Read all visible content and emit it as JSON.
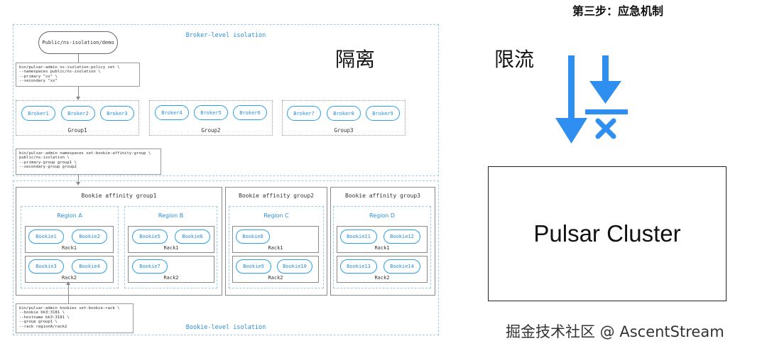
{
  "top_right_title": "第三步：应急机制",
  "broker_section_title": "Broker-level isolation",
  "bookie_section_title": "Bookie-level isolation",
  "namespace_node": "Public/ns-isolation/demo",
  "commands": {
    "policy_set": "bin/pulsar-admin ns-isolation-policy set \\\n--namespaces public/ns-isolation \\\n--primary \"xx\" \\\n--secondary \"xx\"",
    "affinity_group": "bin/pulsar-admin namespaces set-bookie-affinity-group \\\npublic/ns-isolation \\\n--primary-group group1 \\\n--secondary-group group2",
    "bookie_rack": "bin/pulsar-admin bookies set-bookie-rack \\\n--bookie bk3:3181 \\\n--hostname bk3:3181 \\\n--group group1 \\\n--rack regionA/rack2"
  },
  "broker_groups": [
    {
      "name": "Group1",
      "brokers": [
        "Broker1",
        "Broker2",
        "Broker3"
      ]
    },
    {
      "name": "Group2",
      "brokers": [
        "Broker4",
        "Broker5",
        "Broker6"
      ]
    },
    {
      "name": "Group3",
      "brokers": [
        "Broker7",
        "Broker8",
        "Broker9"
      ]
    }
  ],
  "affinity_groups": [
    {
      "name": "Bookie affinity group1"
    },
    {
      "name": "Bookie affinity group2"
    },
    {
      "name": "Bookie affinity group3"
    }
  ],
  "regions": [
    {
      "name": "Region A",
      "racks": [
        {
          "name": "Rack1",
          "bookies": [
            "Bookie1",
            "Bookie2"
          ]
        },
        {
          "name": "Rack2",
          "bookies": [
            "Bookie3",
            "Bookie4"
          ]
        }
      ]
    },
    {
      "name": "Region B",
      "racks": [
        {
          "name": "Rack1",
          "bookies": [
            "Bookie5",
            "Bookie6"
          ]
        },
        {
          "name": "Rack2",
          "bookies": [
            "Bookie7"
          ]
        }
      ]
    },
    {
      "name": "Region C",
      "racks": [
        {
          "name": "Rack1",
          "bookies": [
            "Bookie8"
          ]
        },
        {
          "name": "Rack2",
          "bookies": [
            "Bookie9",
            "Bookie10"
          ]
        }
      ]
    },
    {
      "name": "Region D",
      "racks": [
        {
          "name": "Rack1",
          "bookies": [
            "Bookie11",
            "Bookie12"
          ]
        },
        {
          "name": "Rack2",
          "bookies": [
            "Bookie13",
            "Bookie14"
          ]
        }
      ]
    }
  ],
  "label_isolation": "隔离",
  "label_rate_limit": "限流",
  "cluster_label": "Pulsar Cluster",
  "watermark": "掘金技术社区 @ AscentStream",
  "colors": {
    "accent": "#2a9fe8",
    "icon_blue": "#2f8ff0"
  }
}
